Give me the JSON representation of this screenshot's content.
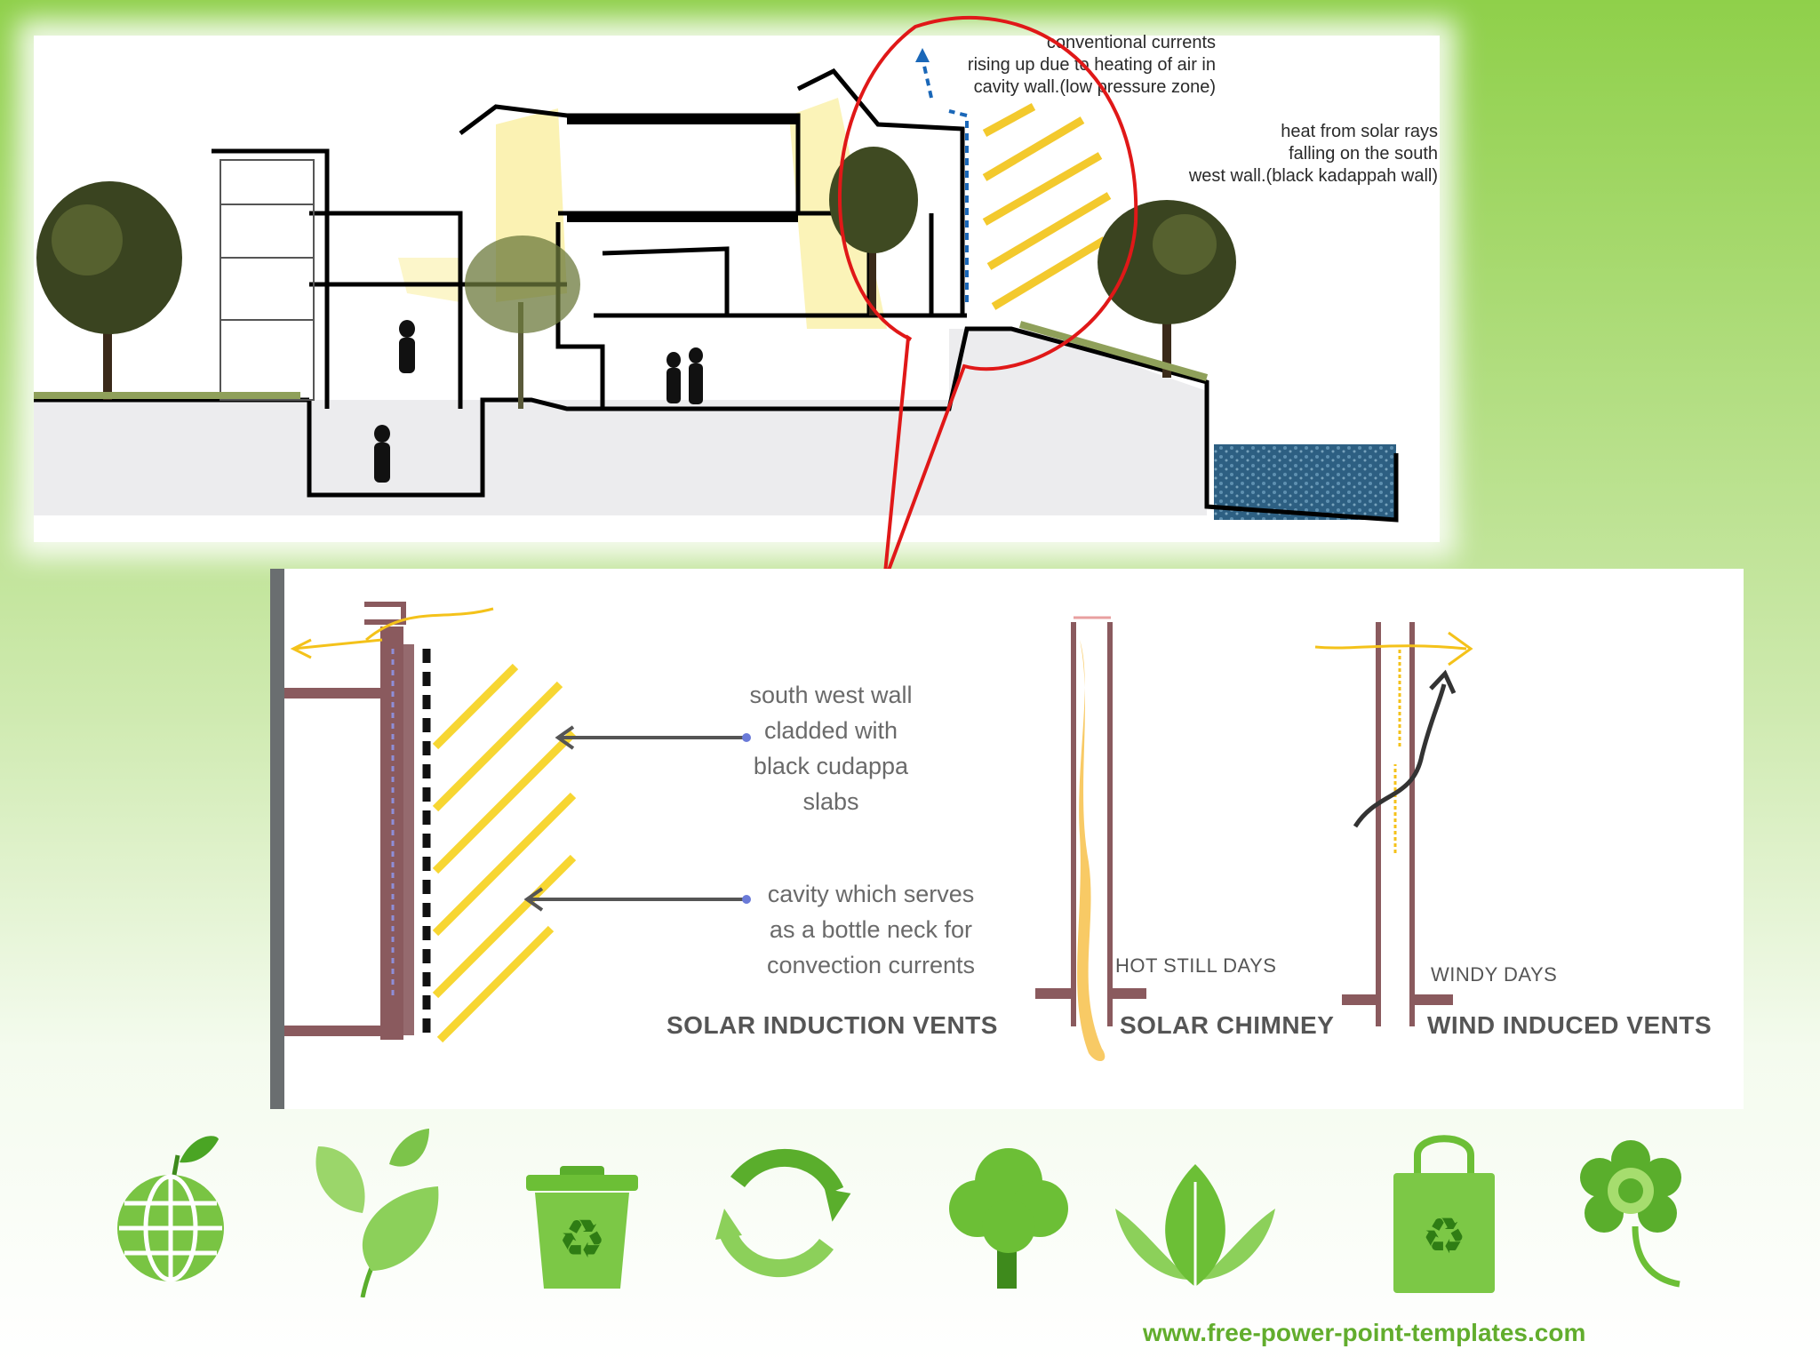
{
  "section": {
    "annotation_convection": "conventional currents rising up due to heating of air in cavity wall.(low pressure zone)",
    "annotation_convection_lines": [
      "conventional currents",
      "rising up due to heating of air in",
      "cavity wall.(low pressure zone)"
    ],
    "annotation_solar": "heat from solar rays falling on the south west wall.(black kadappah wall)",
    "annotation_solar_lines": [
      "heat from solar rays",
      "falling on the south",
      "west wall.(black kadappah wall)"
    ]
  },
  "detail": {
    "wall_label_lines": [
      "south west wall",
      "cladded with",
      "black cudappa",
      "slabs"
    ],
    "cavity_label_lines": [
      "cavity which serves",
      "as a bottle neck for",
      "convection currents"
    ],
    "caption_solar_induction": "SOLAR INDUCTION VENTS",
    "caption_solar_chimney": "SOLAR CHIMNEY",
    "caption_wind": "WIND INDUCED VENTS",
    "condition_hot": "HOT STILL DAYS",
    "condition_windy": "WINDY DAYS"
  },
  "icons": [
    "globe-apple-icon",
    "leaves-icon",
    "recycle-bin-icon",
    "recycle-arrows-icon",
    "tree-icon",
    "leaf-icon",
    "recycle-bag-icon",
    "flower-icon"
  ],
  "footer": {
    "url": "www.free-power-point-templates.com"
  },
  "colors": {
    "accent_green": "#6cbf36",
    "callout_red": "#e01818",
    "wall_brown": "#8a5a5e",
    "sun_yellow": "#f7d21c"
  }
}
